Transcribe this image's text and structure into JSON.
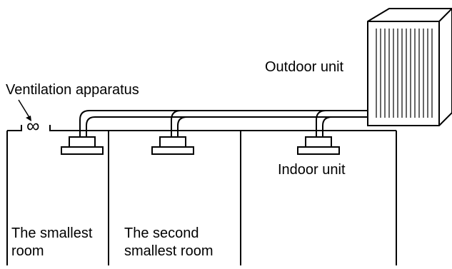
{
  "labels": {
    "outdoor_unit": "Outdoor unit",
    "ventilation_apparatus": "Ventilation apparatus",
    "ventilation_symbol": "∞",
    "indoor_unit": "Indoor unit",
    "room1_line1": "The smallest",
    "room1_line2": "room",
    "room2_line1": "The second",
    "room2_line2": "smallest room"
  }
}
